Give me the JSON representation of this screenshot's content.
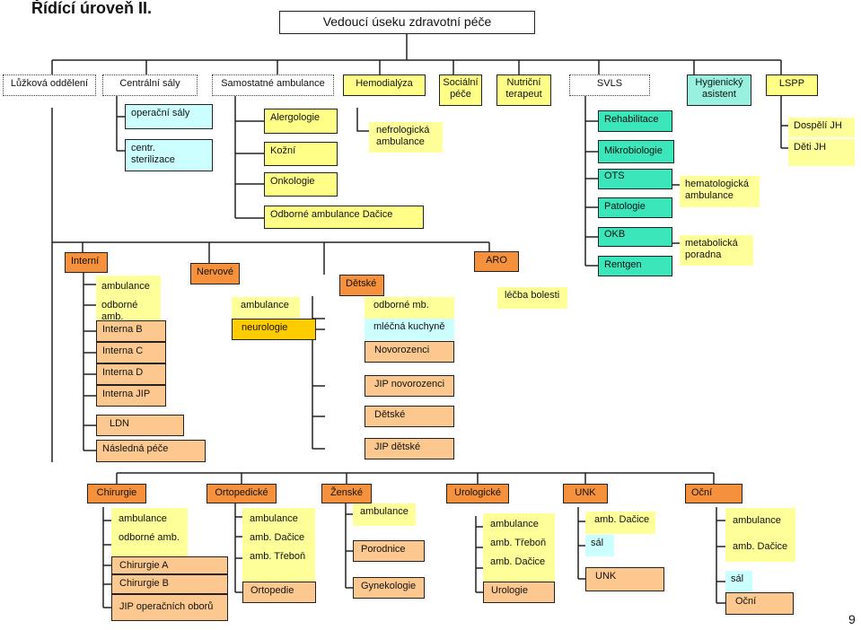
{
  "title": "Řídící úroveň II.",
  "top_box": "Vedoucí úseku zdravotní péče",
  "page_number": "9",
  "level1": {
    "luzkova": "Lůžková oddělení",
    "centralni": "Centrální  sály",
    "samostatne": "Samostatné ambulance",
    "hemodialyza": "Hemodialýza",
    "socialni": "Sociální\npéče",
    "nutricni": "Nutriční\nterapeut",
    "svls": "SVLS",
    "hygienicky": "Hygienický\nasistent",
    "lspp": "LSPP"
  },
  "centralni_children": [
    "operační sály",
    "centr.\nsterilizace"
  ],
  "samostatne_children": [
    "Alergologie",
    "Kožní",
    "Onkologie",
    "Odborné ambulance Dačice"
  ],
  "hemodialyza_children": [
    "nefrologická\nambulance"
  ],
  "svls_children": [
    "Rehabilitace",
    "Mikrobiologie",
    "OTS",
    "Patologie",
    "OKB",
    "Rentgen"
  ],
  "svls_side": [
    "hematologická\nambulance",
    "metabolická\nporadna"
  ],
  "lspp_children": [
    "Dospělí JH",
    "Děti JH"
  ],
  "interni": {
    "label": "Interní",
    "amb": [
      "ambulance",
      "odborné amb."
    ],
    "wards": [
      "Interna B",
      "Interna C",
      "Interna D",
      "Interna JIP",
      "LDN",
      "Následná péče"
    ]
  },
  "nervove": {
    "label": "Nervové",
    "amb": "ambulance",
    "neuro": "neurologie"
  },
  "detske": {
    "label": "Dětské",
    "amb": "odborné mb.",
    "kuchyne": "mléčná kuchyně",
    "wards": [
      "Novorozenci",
      "JIP novorozenci",
      "Dětské",
      "JIP dětské"
    ]
  },
  "aro": {
    "label": "ARO",
    "amb": "léčba bolesti"
  },
  "chirurgie": {
    "label": "Chirurgie",
    "amb": [
      "ambulance",
      "odborné amb."
    ],
    "wards": [
      "Chirurgie A",
      "Chirurgie B",
      "JIP operačních oborů"
    ]
  },
  "ortopedicke": {
    "label": "Ortopedické",
    "amb": [
      "ambulance",
      "amb. Dačice",
      "amb. Třeboň"
    ],
    "wards": [
      "Ortopedie"
    ]
  },
  "zenske": {
    "label": "Ženské",
    "amb": [
      "ambulance"
    ],
    "wards": [
      "Porodnice",
      "Gynekologie"
    ]
  },
  "urologicke": {
    "label": "Urologické",
    "amb": [
      "ambulance",
      "amb. Třeboň",
      "amb. Dačice"
    ],
    "wards": [
      "Urologie"
    ]
  },
  "unk": {
    "label": "UNK",
    "amb": [
      "amb. Dačice"
    ],
    "sal": "sál",
    "wards": [
      "UNK"
    ]
  },
  "ocni": {
    "label": "Oční",
    "amb": [
      "ambulance",
      "amb. Dačice"
    ],
    "sal": "sál",
    "wards": [
      "Oční"
    ]
  }
}
